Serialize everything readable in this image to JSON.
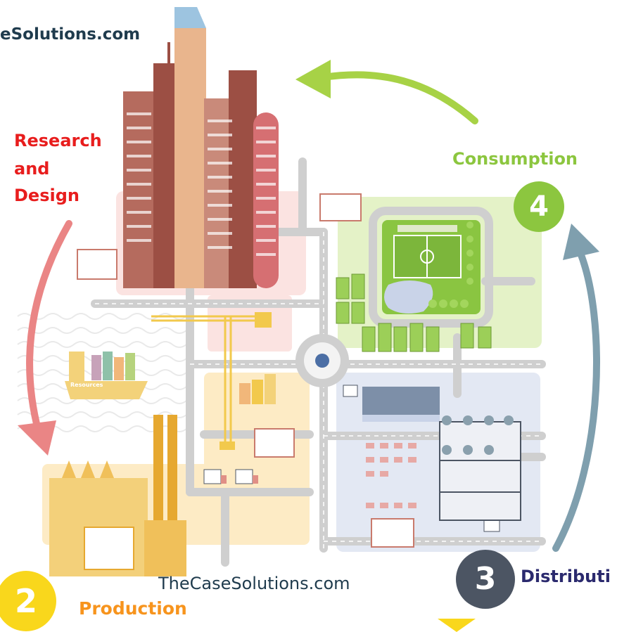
{
  "watermark_top": "eSolutions.com",
  "watermark_bottom": "TheCaseSolutions.com",
  "stages": {
    "research": {
      "line1": "Research",
      "line2": "and",
      "line3": "Design",
      "color": "#e81d1d"
    },
    "production": {
      "number": "2",
      "label": "Production",
      "color": "#f7941d",
      "circle": "#f9d71c"
    },
    "distribution": {
      "number": "3",
      "label": "Distributi",
      "color": "#2b2a6e",
      "circle": "#4c5563"
    },
    "consumption": {
      "number": "4",
      "label": "Consumption",
      "color": "#8cc63f",
      "circle": "#8cc63f"
    }
  },
  "resources_label": "Resources",
  "colors": {
    "research_arrow": "#ea8585",
    "consumption_arrow": "#a7d246",
    "distribution_arrow": "#7f9fae",
    "road": "#cfcfcf",
    "park": "#e4f2c7",
    "industrial": "#fdebc5",
    "retail": "#e3e8f3",
    "research_zone": "#fbe3e1"
  }
}
